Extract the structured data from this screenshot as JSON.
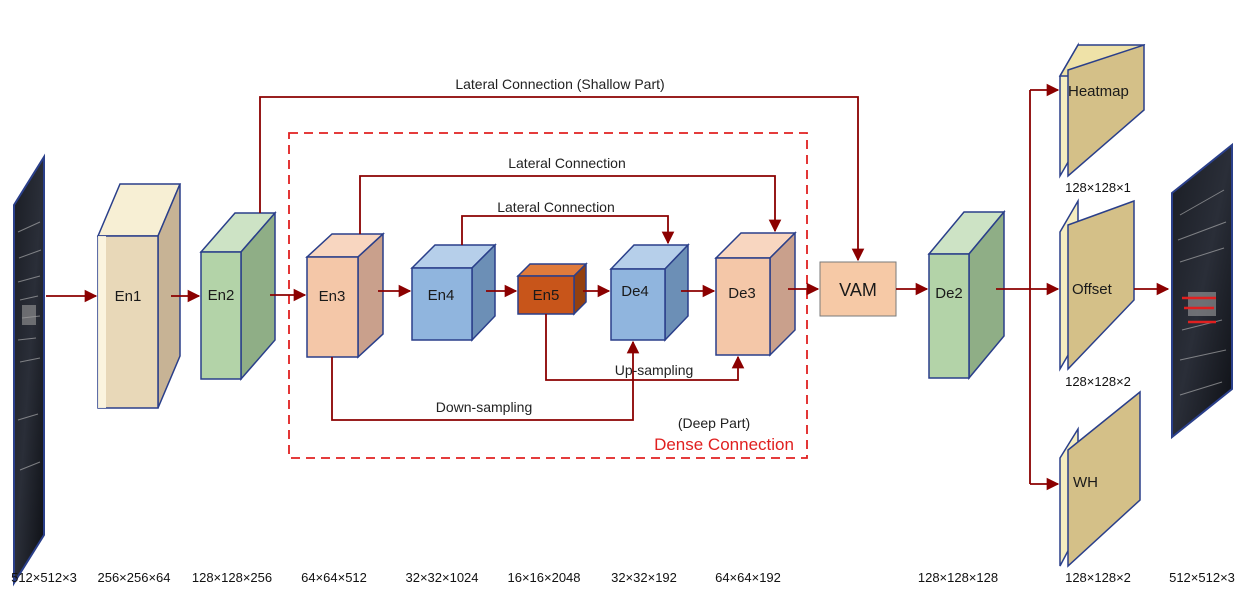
{
  "blocks": {
    "en1": "En1",
    "en2": "En2",
    "en3": "En3",
    "en4": "En4",
    "en5": "En5",
    "de4": "De4",
    "de3": "De3",
    "vam": "VAM",
    "de2": "De2",
    "heatmap": "Heatmap",
    "offset": "Offset",
    "wh": "WH"
  },
  "connections": {
    "lateral_shallow": "Lateral Connection (Shallow Part)",
    "lateral_en3_de3": "Lateral Connection",
    "lateral_en4_de4": "Lateral Connection",
    "up_sampling": "Up-sampling",
    "down_sampling": "Down-sampling",
    "deep_part": "(Deep Part)",
    "dense_connection": "Dense Connection"
  },
  "dimensions": {
    "input": "512×512×3",
    "en1": "256×256×64",
    "en2": "128×128×256",
    "en3": "64×64×512",
    "en4": "32×32×1024",
    "en5": "16×16×2048",
    "de4": "32×32×192",
    "de3": "64×64×192",
    "de2": "128×128×128",
    "heatmap": "128×128×1",
    "offset": "128×128×2",
    "wh": "128×128×2",
    "output": "512×512×3"
  },
  "colors": {
    "arrow": "#8b0000",
    "dense_box": "#e02020",
    "en1": "#e8d8b8",
    "en2": "#a8c8a0",
    "en3_de3": "#f2c2a0",
    "en4_de4": "#8fb4de",
    "en5": "#c8551a",
    "vam": "#f6c9a6",
    "heads": "#d4c088"
  }
}
